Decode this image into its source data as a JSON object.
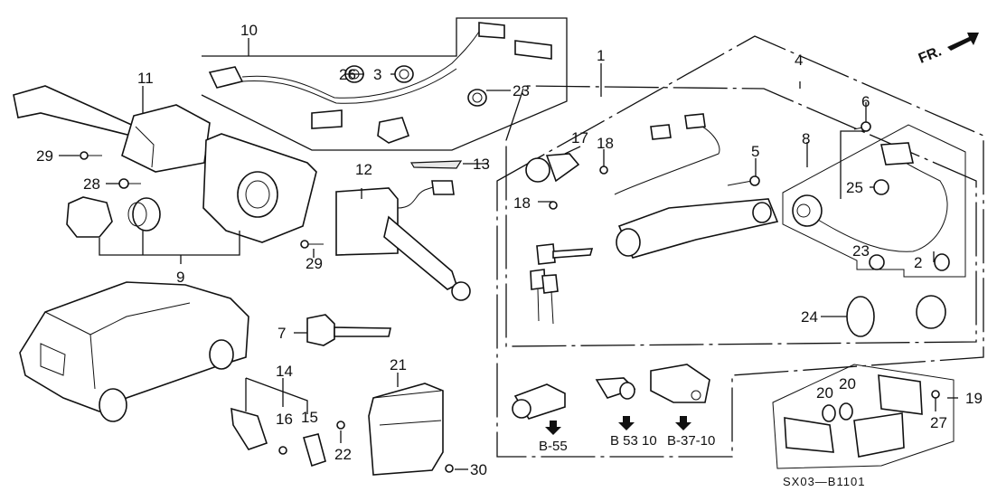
{
  "diagram": {
    "title": "Combination Switch / Key Cylinder Set",
    "direction_label": "FR.",
    "drawing_code": "SX03—B1101",
    "callouts": {
      "c1": "1",
      "c2": "2",
      "c3": "3",
      "c4": "4",
      "c5": "5",
      "c6": "6",
      "c7": "7",
      "c8": "8",
      "c9": "9",
      "c10": "10",
      "c11": "11",
      "c12": "12",
      "c13": "13",
      "c14": "14",
      "c15": "15",
      "c16": "16",
      "c17": "17",
      "c18a": "18",
      "c18b": "18",
      "c19": "19",
      "c20a": "20",
      "c20b": "20",
      "c21": "21",
      "c22": "22",
      "c23a": "23",
      "c23b": "23",
      "c24": "24",
      "c25": "25",
      "c26": "26",
      "c27": "27",
      "c28": "28",
      "c29a": "29",
      "c29b": "29",
      "c30": "30"
    },
    "references": {
      "ref_a": "B-55",
      "ref_b": "B 53 10",
      "ref_c": "B-37-10"
    }
  }
}
